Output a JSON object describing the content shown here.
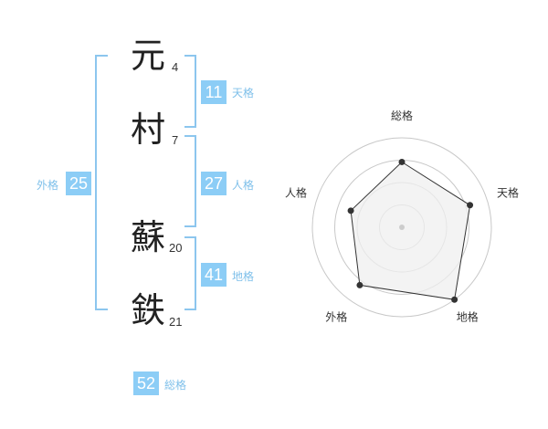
{
  "name_chars": [
    {
      "char": "元",
      "strokes": "4"
    },
    {
      "char": "村",
      "strokes": "7"
    },
    {
      "char": "蘇",
      "strokes": "20"
    },
    {
      "char": "鉄",
      "strokes": "21"
    }
  ],
  "fortune": {
    "tenkaku": {
      "value": "11",
      "label": "天格"
    },
    "jinkaku": {
      "value": "27",
      "label": "人格"
    },
    "chikaku": {
      "value": "41",
      "label": "地格"
    },
    "gaikaku": {
      "value": "25",
      "label": "外格"
    },
    "soukaku": {
      "value": "52",
      "label": "総格"
    }
  },
  "colors": {
    "badge_bg": "#8ccdf6",
    "bracket": "#8cc6ee",
    "label": "#7fc0ea",
    "radar_fill": "#efefef",
    "radar_line": "#333333"
  },
  "chart_data": {
    "type": "radar",
    "axes": [
      "総格",
      "天格",
      "地格",
      "外格",
      "人格"
    ],
    "values": [
      0.73,
      0.8,
      1.0,
      0.8,
      0.6
    ],
    "range": [
      0,
      1
    ],
    "rings": 4
  }
}
